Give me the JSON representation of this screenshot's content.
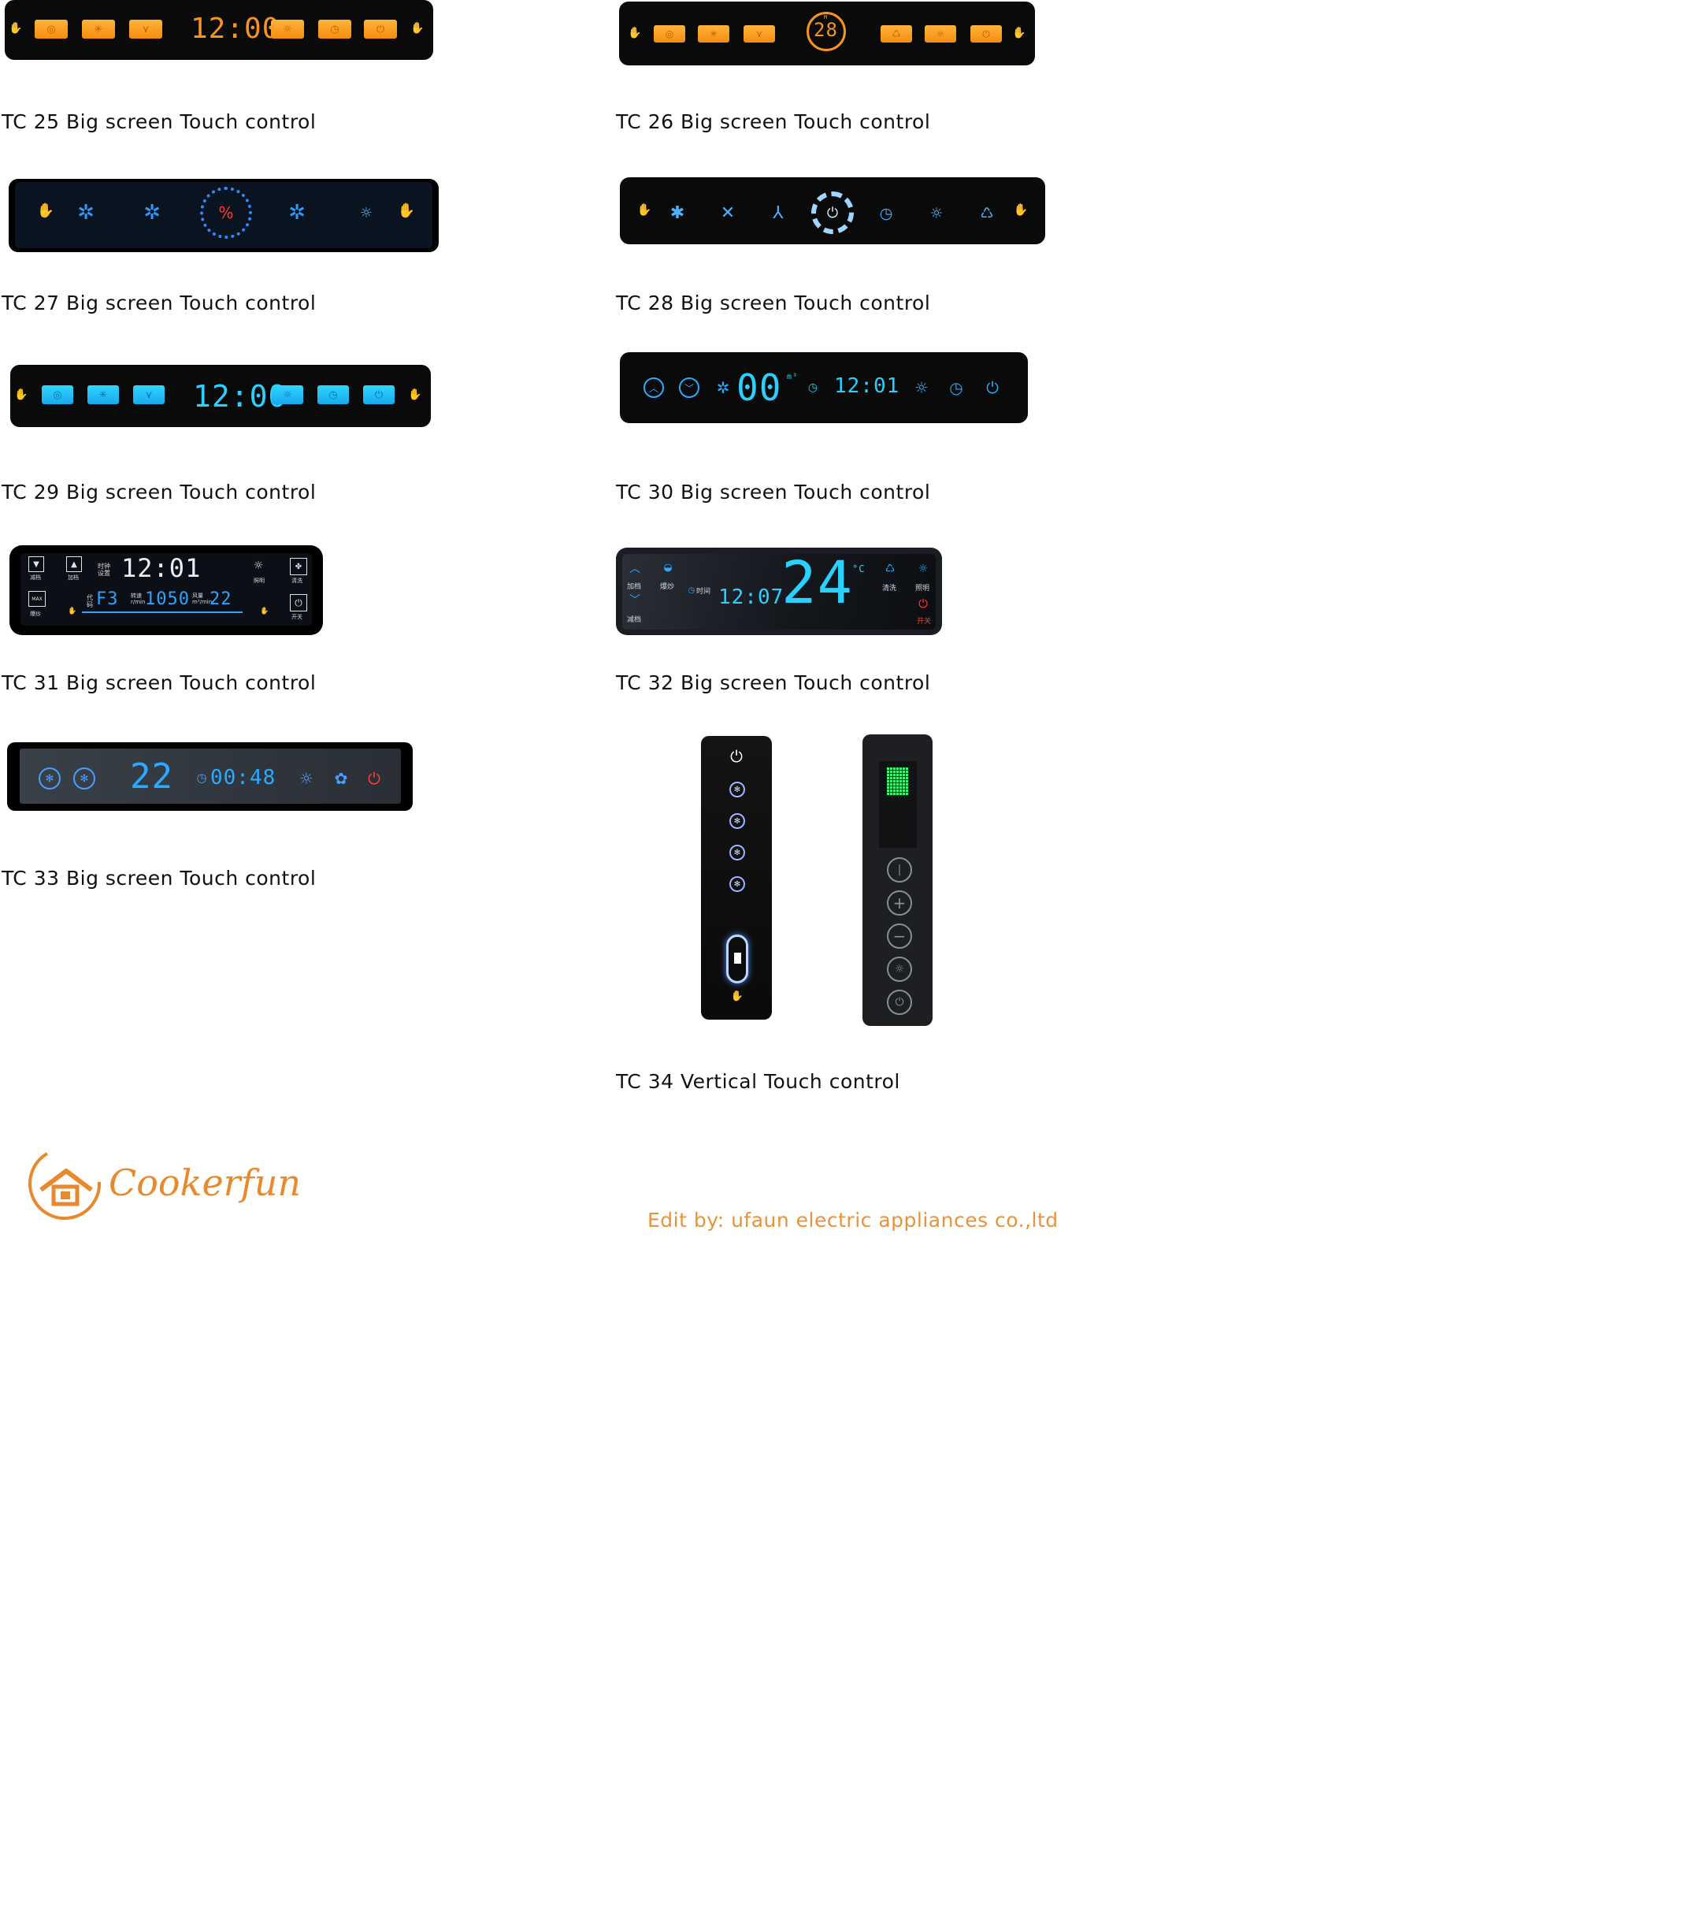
{
  "captions": {
    "tc25": "TC 25  Big screen Touch control",
    "tc26": "TC 26  Big screen Touch control",
    "tc27": "TC 27  Big screen Touch control",
    "tc28": "TC 28  Big screen Touch control",
    "tc29": "TC 29  Big screen Touch control",
    "tc30": "TC 30  Big screen Touch control",
    "tc31": "TC 31  Big screen Touch control",
    "tc32": "TC 32  Big screen Touch control",
    "tc33": "TC 33  Big screen Touch control",
    "tc34": "TC 34  Vertical Touch control"
  },
  "displays": {
    "tc25_time": "12:00",
    "tc26_value": "28",
    "tc26_mode": "M",
    "tc29_time": "12:00",
    "tc30_value": "00",
    "tc30_unit": "m³",
    "tc30_time": "12:01",
    "tc31_time": "12:01",
    "tc31_code": "F3",
    "tc31_speed": "1050",
    "tc31_level": "22",
    "tc31_timer_label": "时钟设置",
    "tc31_speed_label": "转速r/min",
    "tc31_wind_label": "风量m³/min",
    "tc31_btn_down": "减档",
    "tc31_btn_up": "加档",
    "tc31_btn_max": "爆炒",
    "tc31_btn_light": "照明",
    "tc31_btn_clean": "清洗",
    "tc31_btn_power": "开关",
    "tc32_value": "24",
    "tc32_unit": "°C",
    "tc32_time": "12:07",
    "tc32_up": "加档",
    "tc32_down": "减档",
    "tc32_boost": "爆炒",
    "tc32_time_label": "时间",
    "tc32_clean": "清洗",
    "tc32_light": "照明",
    "tc32_power": "开关",
    "tc33_value": "22",
    "tc33_time": "00:48"
  },
  "footer": {
    "brand": "Cookerfun",
    "edit": "Edit by: ufaun electric appliances co.,ltd"
  },
  "colors": {
    "orange": "#f7941d",
    "cyan": "#2ad0ff",
    "blue_led": "#34a8ff",
    "red": "#ff3b30",
    "green": "#3cff7a",
    "footer_orange": "#e8923a"
  }
}
